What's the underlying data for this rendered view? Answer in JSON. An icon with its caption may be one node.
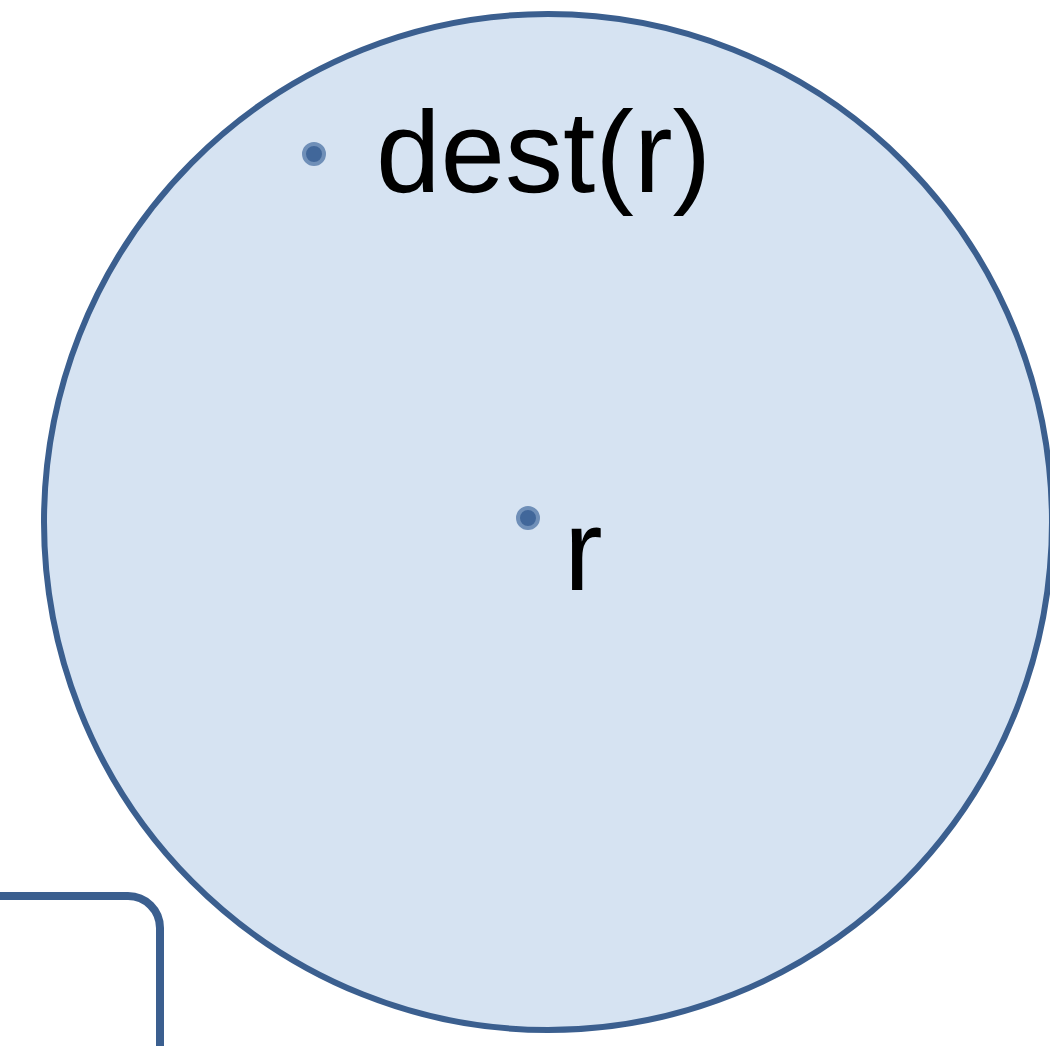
{
  "diagram": {
    "nodes": [
      {
        "text": [],
        "shape": "circle"
      },
      {
        "text": [],
        "shape": "circle",
        "beside": [
          "dest(r)"
        ],
        "in": 0
      },
      {
        "text": [],
        "shape": "circle",
        "beside": [
          "r"
        ],
        "in": 0
      },
      {
        "text": [],
        "shape": "box"
      }
    ]
  }
}
